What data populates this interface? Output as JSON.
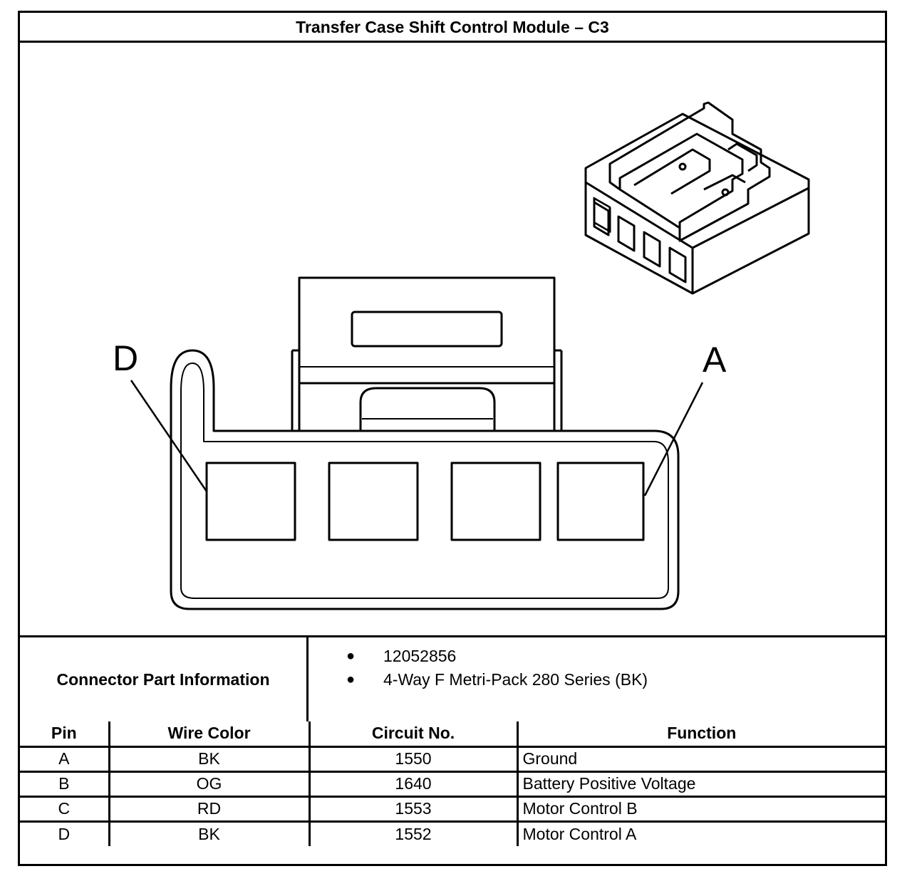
{
  "title": "Transfer Case Shift Control Module – C3",
  "diagram": {
    "pin_label_left": "D",
    "pin_label_right": "A"
  },
  "connector_info": {
    "label": "Connector Part Information",
    "items": [
      "12052856",
      "4-Way F Metri-Pack 280 Series (BK)"
    ]
  },
  "table": {
    "headers": [
      "Pin",
      "Wire Color",
      "Circuit No.",
      "Function"
    ],
    "rows": [
      {
        "pin": "A",
        "wire_color": "BK",
        "circuit": "1550",
        "function": "Ground"
      },
      {
        "pin": "B",
        "wire_color": "OG",
        "circuit": "1640",
        "function": "Battery Positive Voltage"
      },
      {
        "pin": "C",
        "wire_color": "RD",
        "circuit": "1553",
        "function": "Motor Control B"
      },
      {
        "pin": "D",
        "wire_color": "BK",
        "circuit": "1552",
        "function": "Motor Control A"
      }
    ]
  }
}
